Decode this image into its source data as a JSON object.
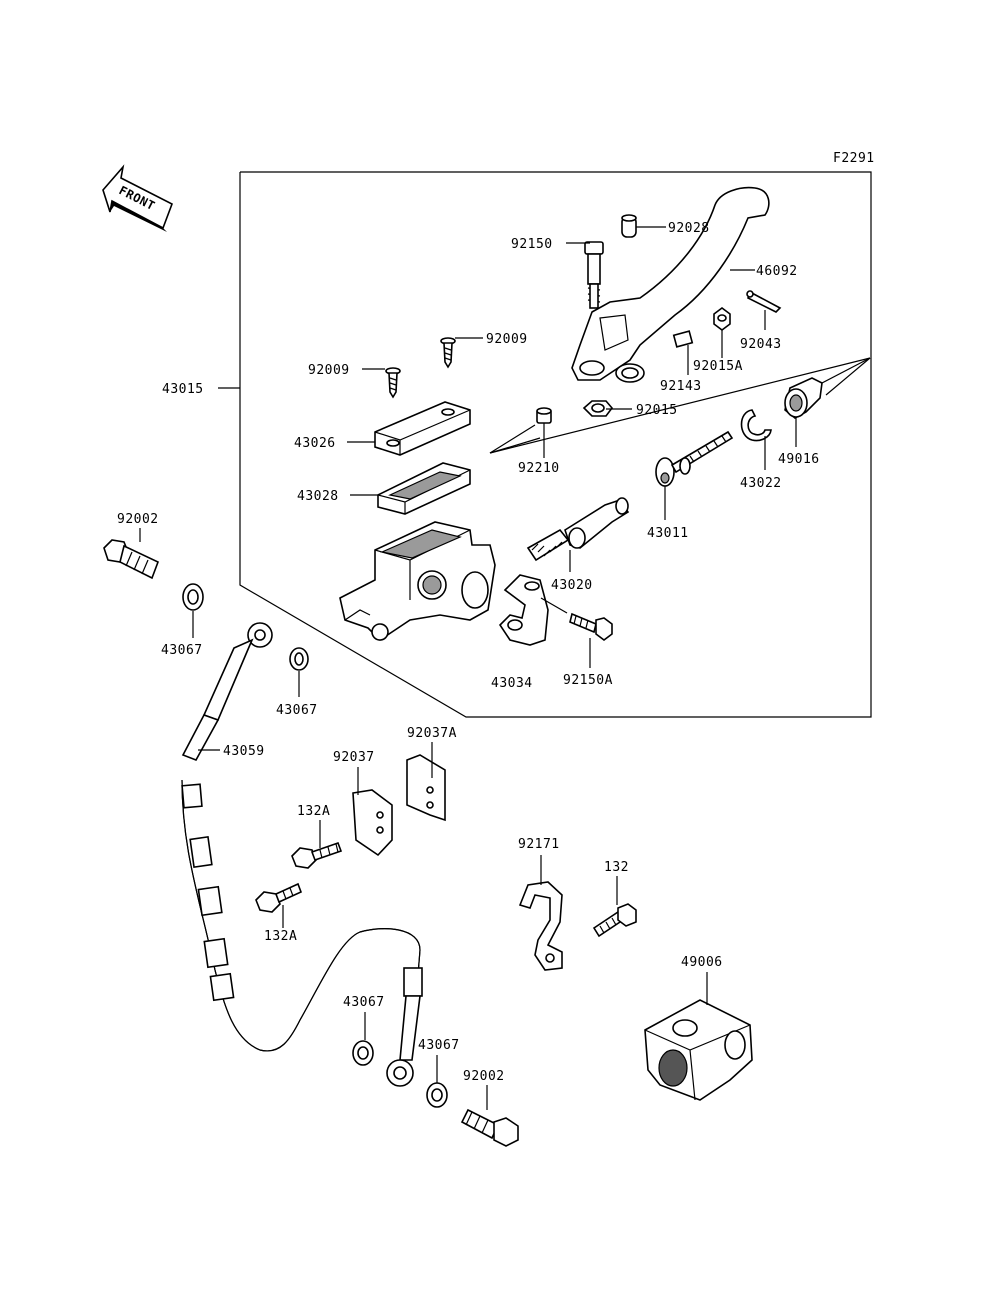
{
  "figure_code": "F2291",
  "front_arrow_text": "FRONT",
  "labels": {
    "p92028": "92028",
    "p92150": "92150",
    "p46092": "46092",
    "p92009a": "92009",
    "p92009b": "92009",
    "p92043": "92043",
    "p92015A": "92015A",
    "p92143": "92143",
    "p43015": "43015",
    "p92015": "92015",
    "p43026": "43026",
    "p92210": "92210",
    "p43022": "43022",
    "p49016": "49016",
    "p43028": "43028",
    "p43011": "43011",
    "p92002a": "92002",
    "p43020": "43020",
    "p43067a": "43067",
    "p43067b": "43067",
    "p43034": "43034",
    "p92150A": "92150A",
    "p43059": "43059",
    "p92037": "92037",
    "p92037A": "92037A",
    "p132Aa": "132A",
    "p132Ab": "132A",
    "p92171": "92171",
    "p132": "132",
    "p49006": "49006",
    "p43067c": "43067",
    "p43067d": "43067",
    "p92002b": "92002"
  }
}
